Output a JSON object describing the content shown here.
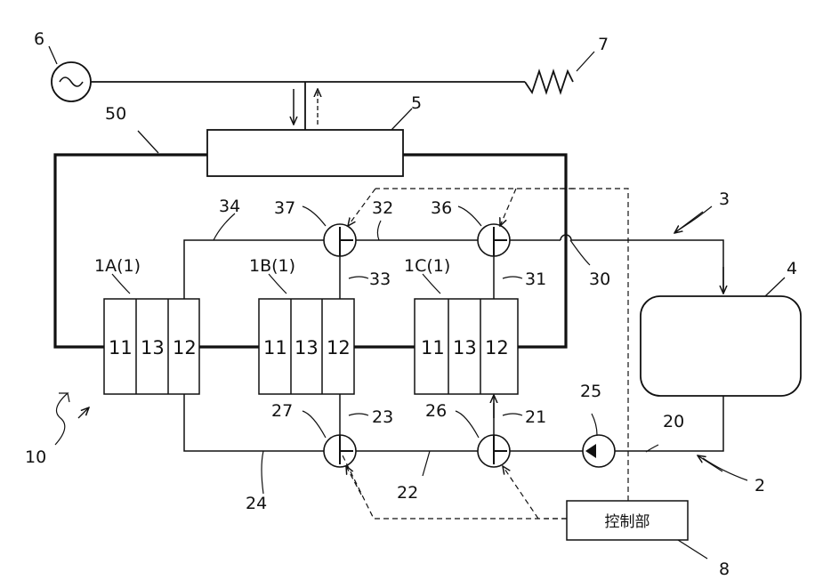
{
  "reference_numerals": {
    "power_source": "6",
    "load": "7",
    "converter": "5",
    "main_wire": "50",
    "stack_system": "10",
    "cell_1a": "1A(1)",
    "cell_1b": "1B(1)",
    "cell_1c": "1C(1)",
    "upper_line_34": "34",
    "upper_line_32": "32",
    "upper_line_30": "30",
    "upper_branch_33": "33",
    "upper_branch_31": "31",
    "upper_system": "3",
    "tank": "4",
    "valve_37": "37",
    "valve_36": "36",
    "valve_27": "27",
    "valve_26": "26",
    "pump": "25",
    "lower_line_20": "20",
    "lower_line_22": "22",
    "lower_line_24": "24",
    "lower_branch_23": "23",
    "lower_branch_21": "21",
    "lower_system": "2",
    "controller": "8"
  },
  "cell_parts": {
    "a": "11",
    "b": "13",
    "c": "12"
  },
  "controller_label": "控制部"
}
